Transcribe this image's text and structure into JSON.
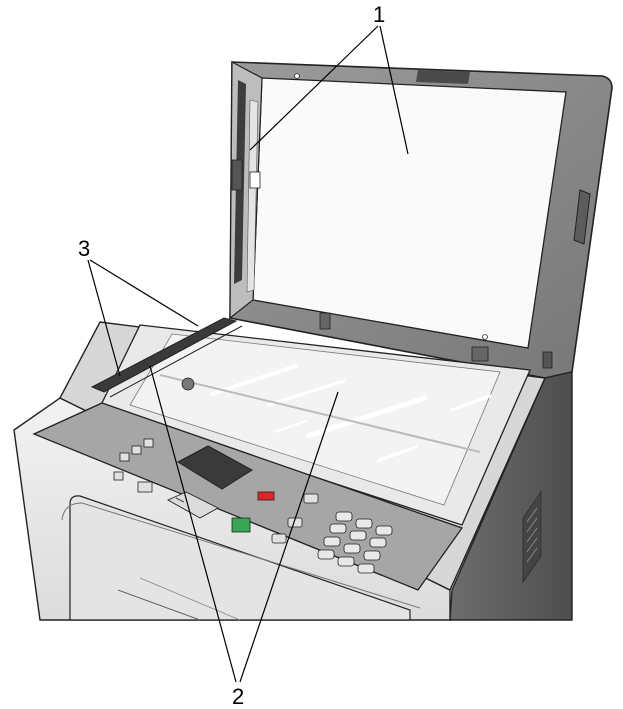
{
  "callouts": [
    {
      "id": "1",
      "label": "1"
    },
    {
      "id": "2",
      "label": "2"
    },
    {
      "id": "3",
      "label": "3"
    }
  ],
  "colors": {
    "outline": "#222222",
    "body_light": "#ececec",
    "body_mid": "#cfcfcf",
    "body_dark": "#7a7a7a",
    "panel": "#9a9a9a",
    "lid_frame": "#8c8c8c",
    "glass": "#e6e6e6",
    "stop_button": "#e0262b",
    "start_button": "#3aa655"
  }
}
